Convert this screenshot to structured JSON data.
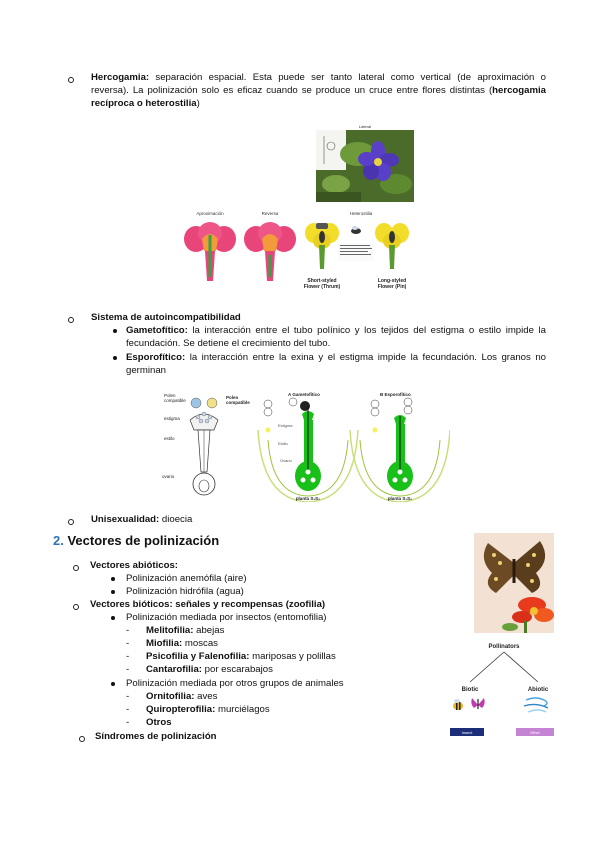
{
  "hercogamia": {
    "term": "Hercogamia:",
    "line1": " separación espacial. Esta puede ser tanto lateral como vertical (de aproximación o",
    "line2a": "reversa). La polinización solo es eficaz cuando se produce un cruce entre flores distintas (",
    "line2b": "hercogamia",
    "line3": "recíproca o heterostilia",
    "line3b": ")"
  },
  "fig1": {
    "top_label": "Lateral",
    "labels": [
      "Aproximación",
      "Reversa",
      "Heterostilia"
    ],
    "short_caption_1": "Short-styled",
    "short_caption_2": "Flower (Thrum)",
    "long_caption_1": "Long-styled",
    "long_caption_2": "Flower (Pin)"
  },
  "autoinc": {
    "title": "Sistema de autoincompatibilidad",
    "game_term": "Gametofítico:",
    "game_text1": " la interacción entre el tubo polínico y los tejidos del estigma o estilo impide la",
    "game_text2": "fecundación. Se detiene el crecimiento del tubo.",
    "espo_term": "Esporofítico:",
    "espo_text1": " la interacción entre la exina y el estigma impide la fecundación. Los granos no",
    "espo_text2": "germinan"
  },
  "fig2": {
    "pollen_incompat_1": "Polen",
    "pollen_incompat_2": "compatible",
    "pollen_compat_1": "Polen",
    "pollen_compat_2": "compatible",
    "estigma": "estigma",
    "estilo": "estilo",
    "ovario": "ovario",
    "panel_a": "A Gametofítico",
    "panel_b": "B Esporofítico",
    "exina": "Estigma",
    "estilo2": "Estilo",
    "ovario2": "Ovario",
    "plant_a": "planta S₁S₂",
    "plant_b": "planta S₁S₂"
  },
  "unisex": {
    "term": "Unisexualidad:",
    "text": " dioecia"
  },
  "section2": {
    "num": "2.",
    "title": " Vectores de polinización"
  },
  "abioticos": {
    "title": "Vectores abióticos:",
    "items": [
      "Polinización anemófila (aire)",
      "Polinización hidrófila (agua)"
    ]
  },
  "bioticos": {
    "title": "Vectores bióticos: señales y recompensas (zoofilia)",
    "insect_intro": "Polinización mediada por insectos (entomofilia)",
    "insect_items": [
      {
        "term": "Melitofilia:",
        "text": " abejas"
      },
      {
        "term": "Miofilia:",
        "text": " moscas"
      },
      {
        "term": "Psicofilia y Falenofilia:",
        "text": " mariposas y polillas"
      },
      {
        "term": "Cantarofilia:",
        "text": " por escarabajos"
      }
    ],
    "animal_intro": "Polinización mediada por otros grupos de animales",
    "animal_items": [
      {
        "term": "Ornitofilia:",
        "text": " aves"
      },
      {
        "term": "Quiropterofilia:",
        "text": " murciélagos"
      },
      {
        "term": "Otros",
        "text": ""
      }
    ]
  },
  "sindromes": {
    "text": "Síndromes de polinización"
  },
  "pollinators": {
    "title": "Pollinators",
    "biotic": "Biotic",
    "abiotic": "Abiotic",
    "insect": "Insect",
    "other": "Other"
  }
}
